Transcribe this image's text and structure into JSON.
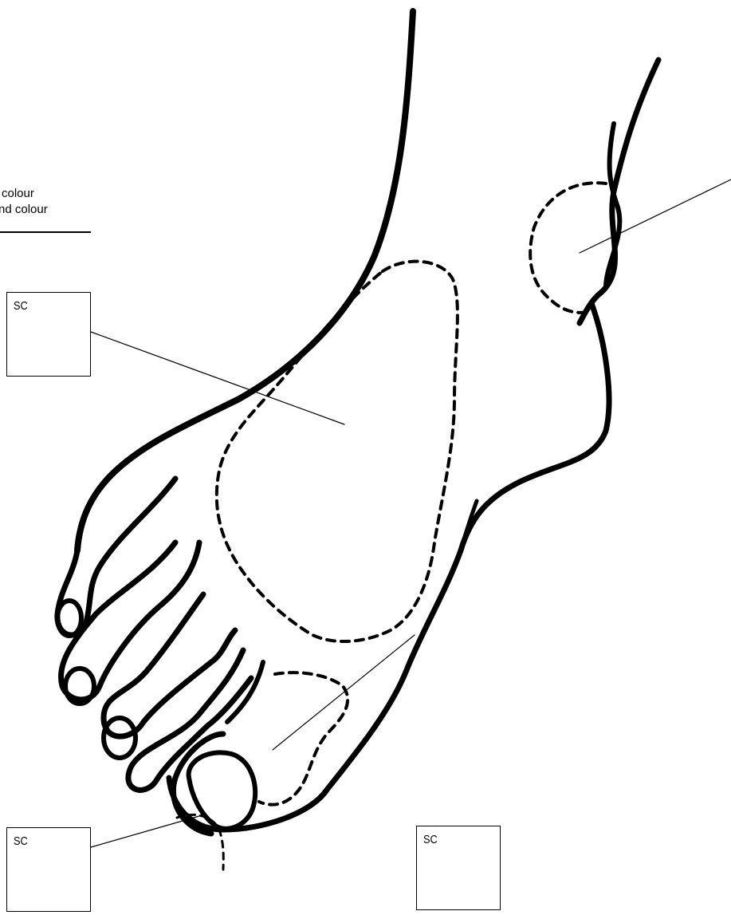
{
  "legend": {
    "line1": "colour",
    "line2": "nd colour"
  },
  "boxes": [
    {
      "label": "SC"
    },
    {
      "label": "SC"
    },
    {
      "label": "SC"
    }
  ]
}
